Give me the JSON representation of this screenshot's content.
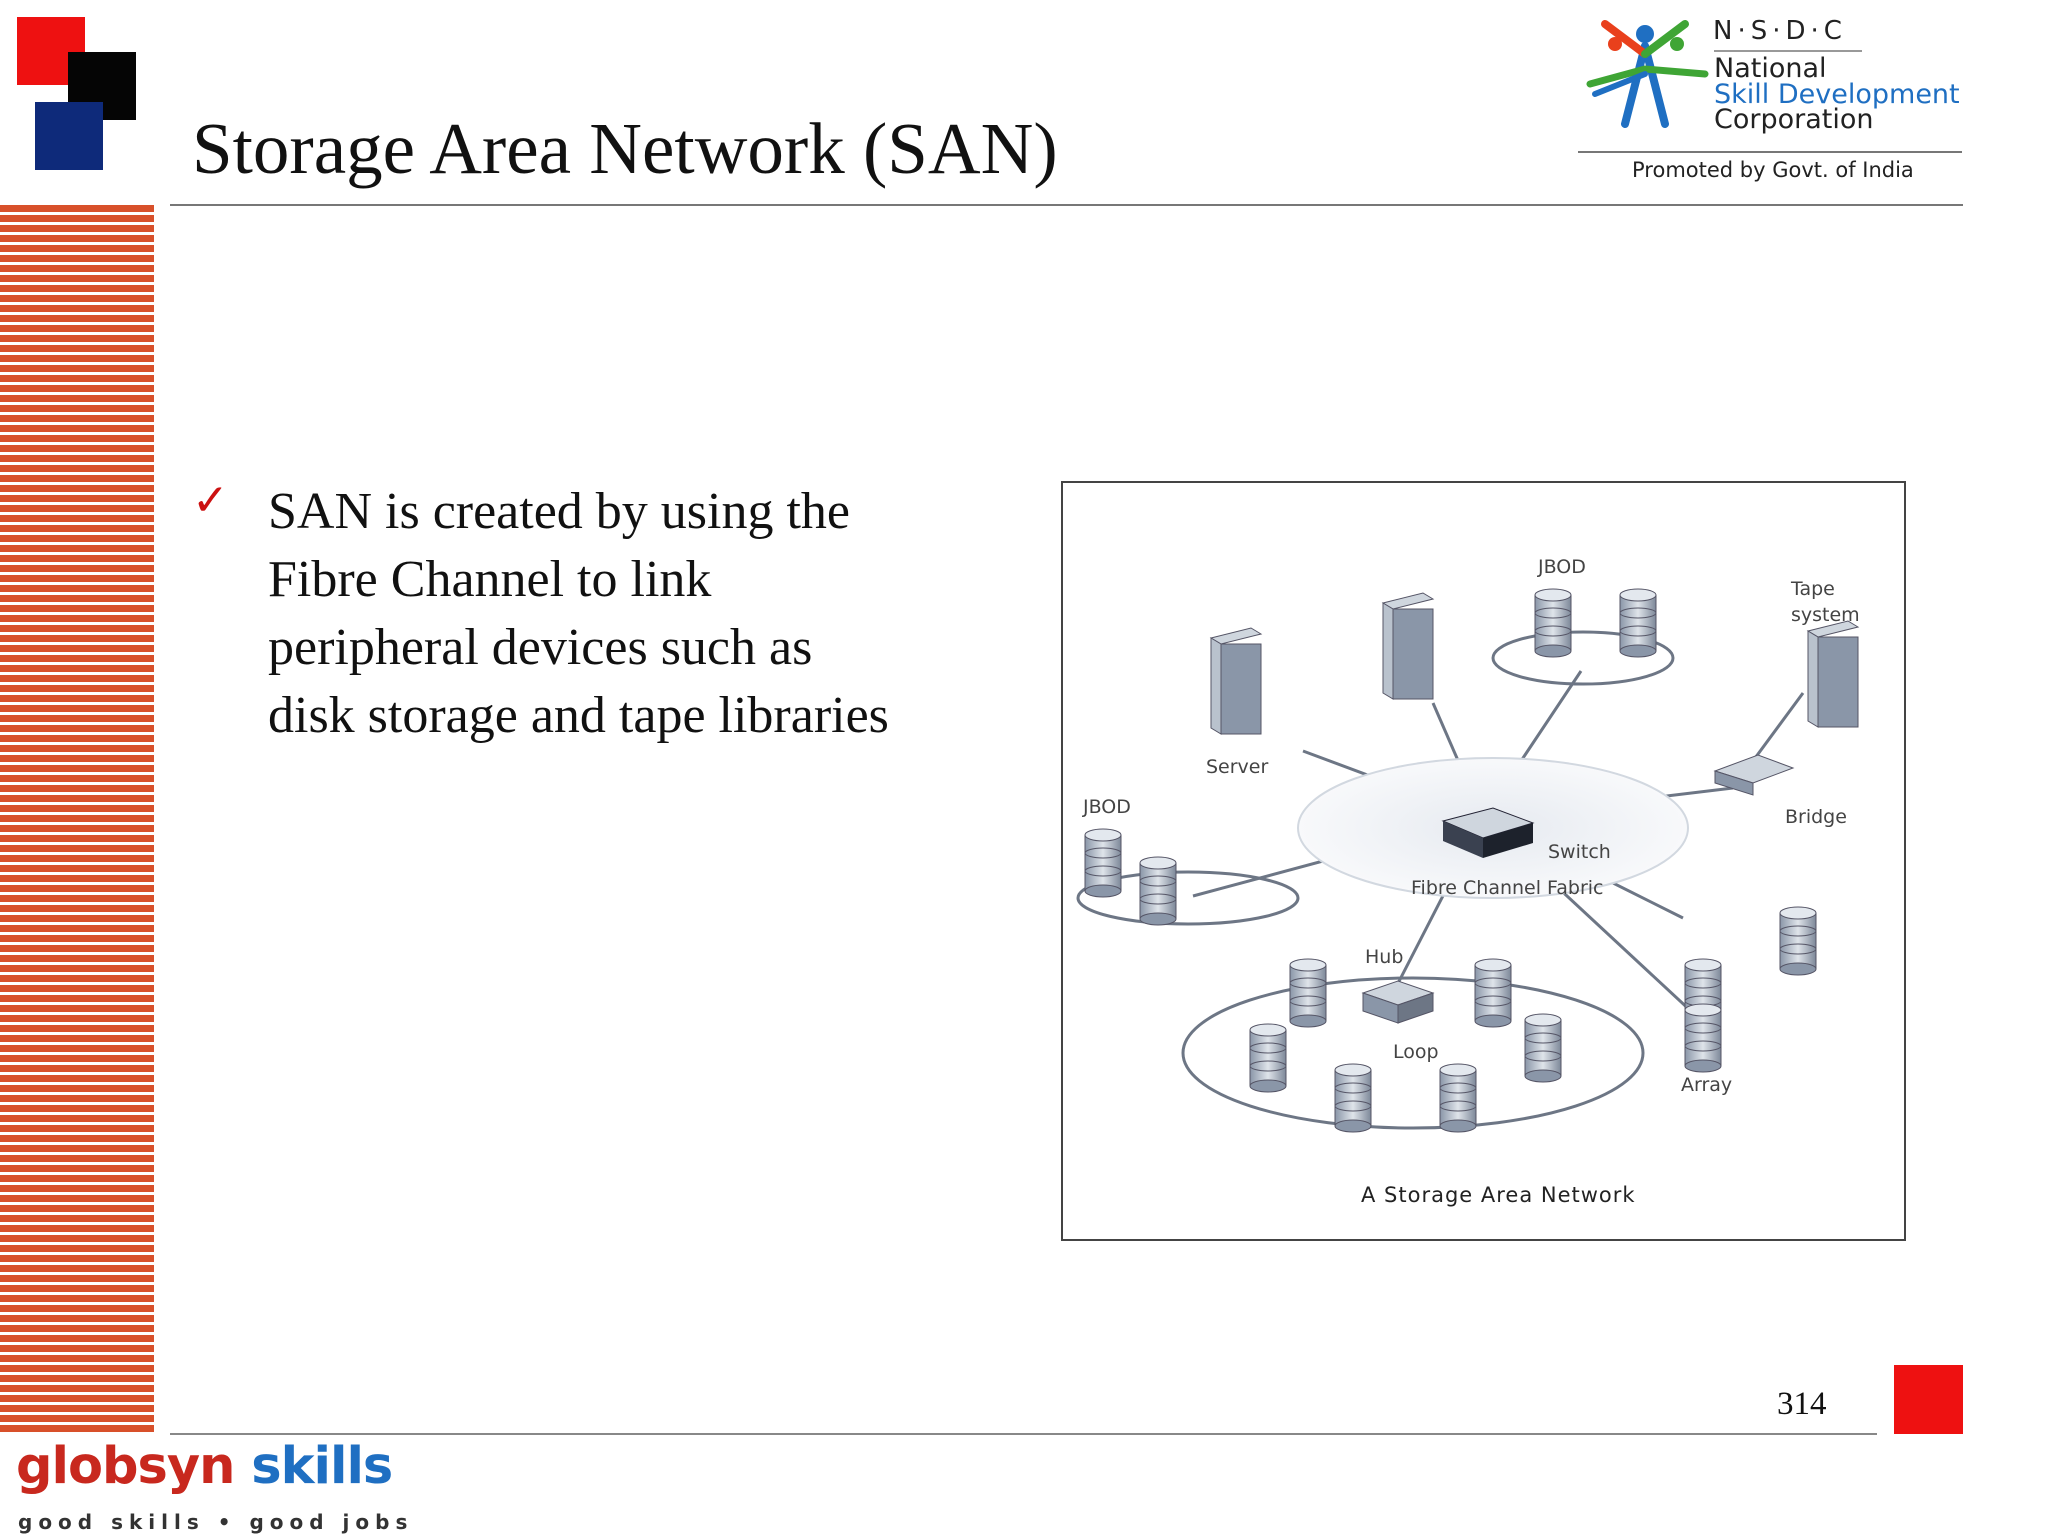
{
  "slide": {
    "title": "Storage Area Network (SAN)",
    "page_number": "314"
  },
  "logo_nsdc": {
    "abbr": "N·S·D·C",
    "line1": "National",
    "line2": "Skill Development",
    "line3": "Corporation",
    "promoted": "Promoted by Govt. of India"
  },
  "bullet": {
    "icon": "checkmark-icon",
    "text": "SAN is created by using the Fibre Channel to link peripheral devices such as disk storage and tape libraries"
  },
  "diagram": {
    "caption": "A Storage Area Network",
    "labels": {
      "jbod_top": "JBOD",
      "tape": "Tape system",
      "server": "Server",
      "bridge": "Bridge",
      "jbod_left": "JBOD",
      "switch": "Switch",
      "fabric": "Fibre Channel Fabric",
      "hub": "Hub",
      "loop": "Loop",
      "array": "Array"
    }
  },
  "footer": {
    "brand_part1": "globsyn",
    "brand_part2": " skills",
    "tagline": "good skills • good jobs"
  },
  "colors": {
    "stripe": "#d8502a",
    "accent_red": "#ee1111",
    "accent_blue": "#0e2a7a",
    "nsdc_blue": "#1f6fc2"
  }
}
